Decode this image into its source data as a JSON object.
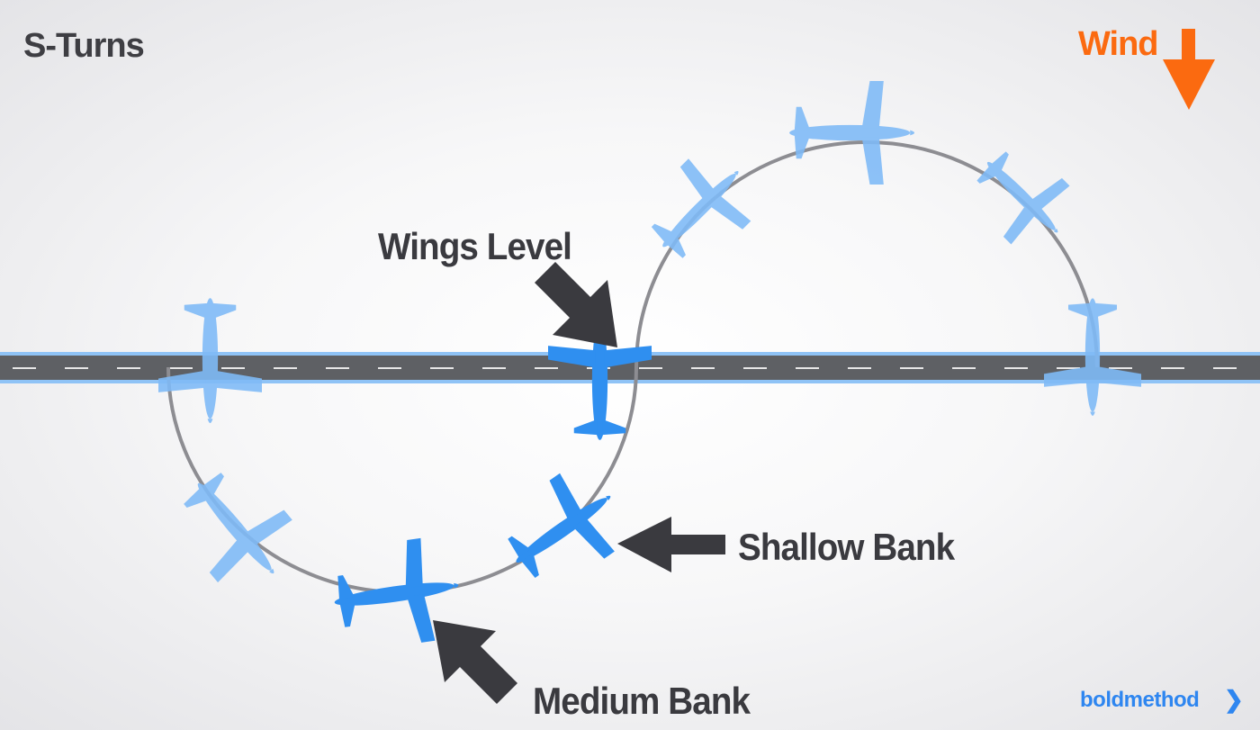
{
  "title": "S-Turns",
  "wind": {
    "label": "Wind",
    "arrow_icon": "down-arrow-icon",
    "color": "#fb6a10"
  },
  "callouts": {
    "wings_level": "Wings Level",
    "shallow_bank": "Shallow Bank",
    "medium_bank": "Medium Bank"
  },
  "brand": {
    "name": "boldmethod",
    "chevron": "❯"
  },
  "colors": {
    "airplane_solid": "#2f8ff0",
    "airplane_faded": "#7fbaf6",
    "road": "#5e6064",
    "road_edge": "#8fc3f6",
    "ground_track": "#8d8d92",
    "callout_arrow": "#3a3a3f"
  }
}
